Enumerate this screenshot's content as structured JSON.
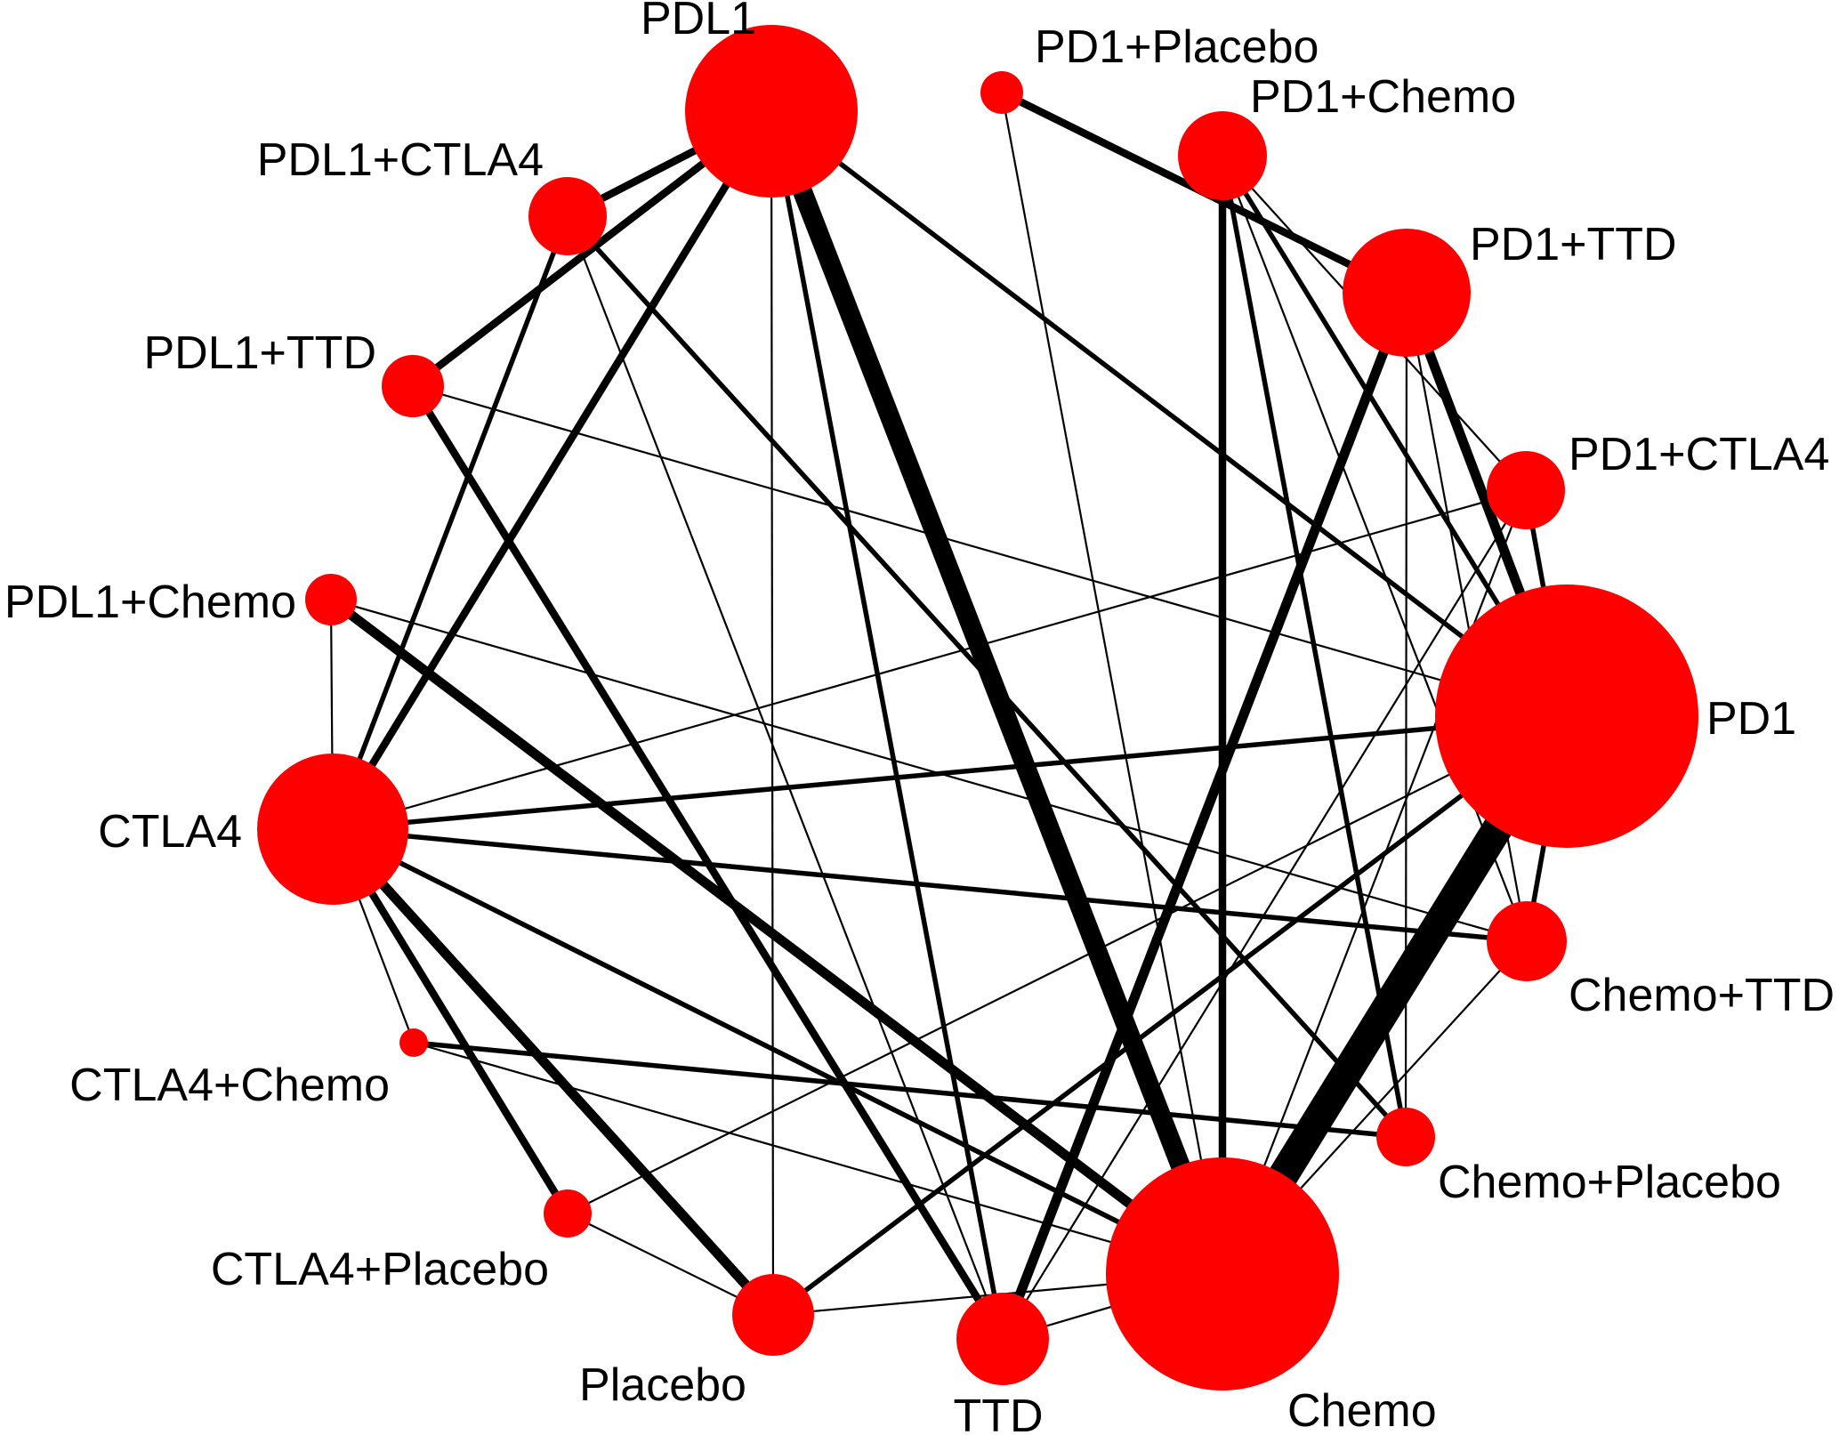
{
  "colors": {
    "node_fill": "#ff0000",
    "edge_stroke": "#000000",
    "background": "#ffffff"
  },
  "nodes": [
    {
      "id": "PDL1",
      "label": "PDL1"
    },
    {
      "id": "PD1+Placebo",
      "label": "PD1+Placebo"
    },
    {
      "id": "PD1+Chemo",
      "label": "PD1+Chemo"
    },
    {
      "id": "PD1+TTD",
      "label": "PD1+TTD"
    },
    {
      "id": "PD1+CTLA4",
      "label": "PD1+CTLA4"
    },
    {
      "id": "PD1",
      "label": "PD1"
    },
    {
      "id": "Chemo+TTD",
      "label": "Chemo+TTD"
    },
    {
      "id": "Chemo+Placebo",
      "label": "Chemo+Placebo"
    },
    {
      "id": "Chemo",
      "label": "Chemo"
    },
    {
      "id": "TTD",
      "label": "TTD"
    },
    {
      "id": "Placebo",
      "label": "Placebo"
    },
    {
      "id": "CTLA4+Placebo",
      "label": "CTLA4+Placebo"
    },
    {
      "id": "CTLA4+Chemo",
      "label": "CTLA4+Chemo"
    },
    {
      "id": "CTLA4",
      "label": "CTLA4"
    },
    {
      "id": "PDL1+Chemo",
      "label": "PDL1+Chemo"
    },
    {
      "id": "PDL1+TTD",
      "label": "PDL1+TTD"
    },
    {
      "id": "PDL1+CTLA4",
      "label": "PDL1+CTLA4"
    }
  ],
  "edges": [
    {
      "from": "PDL1",
      "to": "PDL1+CTLA4",
      "weight": 3
    },
    {
      "from": "PDL1",
      "to": "PDL1+TTD",
      "weight": 3
    },
    {
      "from": "PDL1",
      "to": "Chemo",
      "weight": 6
    },
    {
      "from": "PDL1",
      "to": "CTLA4",
      "weight": 3
    },
    {
      "from": "PDL1",
      "to": "Placebo",
      "weight": 1
    },
    {
      "from": "PDL1",
      "to": "TTD",
      "weight": 2
    },
    {
      "from": "PDL1",
      "to": "PD1",
      "weight": 2
    },
    {
      "from": "PDL1+CTLA4",
      "to": "CTLA4",
      "weight": 2
    },
    {
      "from": "PDL1+CTLA4",
      "to": "Chemo+Placebo",
      "weight": 2
    },
    {
      "from": "PDL1+CTLA4",
      "to": "TTD",
      "weight": 1
    },
    {
      "from": "PDL1+TTD",
      "to": "TTD",
      "weight": 3
    },
    {
      "from": "PDL1+TTD",
      "to": "PD1",
      "weight": 1
    },
    {
      "from": "PDL1+Chemo",
      "to": "Chemo",
      "weight": 4
    },
    {
      "from": "PDL1+Chemo",
      "to": "CTLA4",
      "weight": 1
    },
    {
      "from": "PDL1+Chemo",
      "to": "Chemo+TTD",
      "weight": 1
    },
    {
      "from": "PD1+Placebo",
      "to": "PD1+TTD",
      "weight": 3
    },
    {
      "from": "PD1+Placebo",
      "to": "Chemo",
      "weight": 1
    },
    {
      "from": "PD1+Chemo",
      "to": "Chemo",
      "weight": 3
    },
    {
      "from": "PD1+Chemo",
      "to": "PD1",
      "weight": 2
    },
    {
      "from": "PD1+Chemo",
      "to": "Chemo+Placebo",
      "weight": 2
    },
    {
      "from": "PD1+Chemo",
      "to": "PD1+CTLA4",
      "weight": 1
    },
    {
      "from": "PD1+Chemo",
      "to": "Chemo+TTD",
      "weight": 1
    },
    {
      "from": "PD1+TTD",
      "to": "TTD",
      "weight": 4
    },
    {
      "from": "PD1+TTD",
      "to": "PD1",
      "weight": 4
    },
    {
      "from": "PD1+TTD",
      "to": "Chemo+Placebo",
      "weight": 1
    },
    {
      "from": "PD1+TTD",
      "to": "Chemo+TTD",
      "weight": 1
    },
    {
      "from": "PD1+CTLA4",
      "to": "PD1",
      "weight": 2
    },
    {
      "from": "PD1+CTLA4",
      "to": "CTLA4",
      "weight": 1
    },
    {
      "from": "PD1+CTLA4",
      "to": "TTD",
      "weight": 1
    },
    {
      "from": "PD1+CTLA4",
      "to": "Chemo",
      "weight": 1
    },
    {
      "from": "PD1",
      "to": "Chemo",
      "weight": 10
    },
    {
      "from": "PD1",
      "to": "CTLA4",
      "weight": 2
    },
    {
      "from": "PD1",
      "to": "Placebo",
      "weight": 2
    },
    {
      "from": "PD1",
      "to": "Chemo+TTD",
      "weight": 2
    },
    {
      "from": "PD1",
      "to": "CTLA4+Placebo",
      "weight": 1
    },
    {
      "from": "CTLA4",
      "to": "Chemo+TTD",
      "weight": 2
    },
    {
      "from": "CTLA4",
      "to": "Placebo",
      "weight": 4
    },
    {
      "from": "CTLA4",
      "to": "CTLA4+Placebo",
      "weight": 3
    },
    {
      "from": "CTLA4",
      "to": "CTLA4+Chemo",
      "weight": 1
    },
    {
      "from": "CTLA4",
      "to": "Chemo",
      "weight": 2
    },
    {
      "from": "CTLA4+Chemo",
      "to": "Chemo+Placebo",
      "weight": 2
    },
    {
      "from": "CTLA4+Chemo",
      "to": "Chemo",
      "weight": 1
    },
    {
      "from": "CTLA4+Placebo",
      "to": "Placebo",
      "weight": 1
    },
    {
      "from": "Placebo",
      "to": "Chemo",
      "weight": 1
    },
    {
      "from": "TTD",
      "to": "Chemo",
      "weight": 1
    },
    {
      "from": "Chemo+TTD",
      "to": "Chemo",
      "weight": 1
    }
  ]
}
